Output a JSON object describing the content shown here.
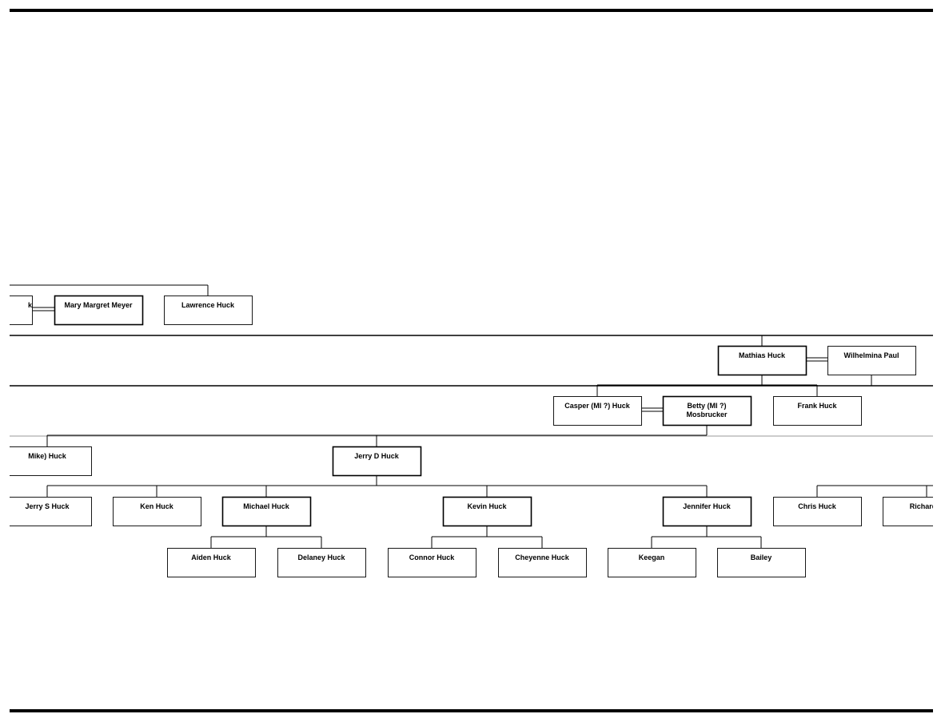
{
  "chart": {
    "people": [
      {
        "id": "p_cut_left",
        "name": "k"
      },
      {
        "id": "p_mary_meyer",
        "name": "Mary Margret Meyer"
      },
      {
        "id": "p_lawrence",
        "name": "Lawrence Huck"
      },
      {
        "id": "p_mathias",
        "name": "Mathias Huck"
      },
      {
        "id": "p_wilhelmina",
        "name": "Wilhelmina Paul"
      },
      {
        "id": "p_casper",
        "name": "Casper (MI ?) Huck"
      },
      {
        "id": "p_betty",
        "name": "Betty (MI ?)\nMosbrucker"
      },
      {
        "id": "p_frank",
        "name": "Frank Huck"
      },
      {
        "id": "p_mike",
        "name": "Mike) Huck"
      },
      {
        "id": "p_jerry_d",
        "name": "Jerry D Huck"
      },
      {
        "id": "p_jerry_s",
        "name": "Jerry S Huck"
      },
      {
        "id": "p_ken",
        "name": "Ken Huck"
      },
      {
        "id": "p_michael",
        "name": "Michael Huck"
      },
      {
        "id": "p_kevin",
        "name": "Kevin Huck"
      },
      {
        "id": "p_jennifer",
        "name": "Jennifer Huck"
      },
      {
        "id": "p_chris",
        "name": "Chris Huck"
      },
      {
        "id": "p_richard",
        "name": "Richard H"
      },
      {
        "id": "p_aiden",
        "name": "Aiden Huck"
      },
      {
        "id": "p_delaney",
        "name": "Delaney Huck"
      },
      {
        "id": "p_connor",
        "name": "Connor Huck"
      },
      {
        "id": "p_cheyenne",
        "name": "Cheyenne Huck"
      },
      {
        "id": "p_keegan",
        "name": "Keegan"
      },
      {
        "id": "p_bailey",
        "name": "Bailey"
      }
    ],
    "marriages": [
      {
        "a": "p_cut_left",
        "b": "p_mary_meyer"
      },
      {
        "a": "p_mathias",
        "b": "p_wilhelmina"
      },
      {
        "a": "p_casper",
        "b": "p_betty"
      }
    ],
    "families": [
      {
        "parent": "p_mathias",
        "children": [
          "p_casper",
          "p_frank"
        ]
      },
      {
        "parent": "p_betty",
        "children": [
          "p_mike",
          "p_jerry_d"
        ]
      },
      {
        "parent": "p_jerry_d",
        "children": [
          "p_jerry_s",
          "p_ken",
          "p_michael",
          "p_kevin",
          "p_jennifer"
        ]
      },
      {
        "parent": "p_michael",
        "children": [
          "p_aiden",
          "p_delaney"
        ]
      },
      {
        "parent": "p_kevin",
        "children": [
          "p_connor",
          "p_cheyenne"
        ]
      },
      {
        "parent": "p_jennifer",
        "children": [
          "p_keegan",
          "p_bailey"
        ]
      }
    ]
  }
}
